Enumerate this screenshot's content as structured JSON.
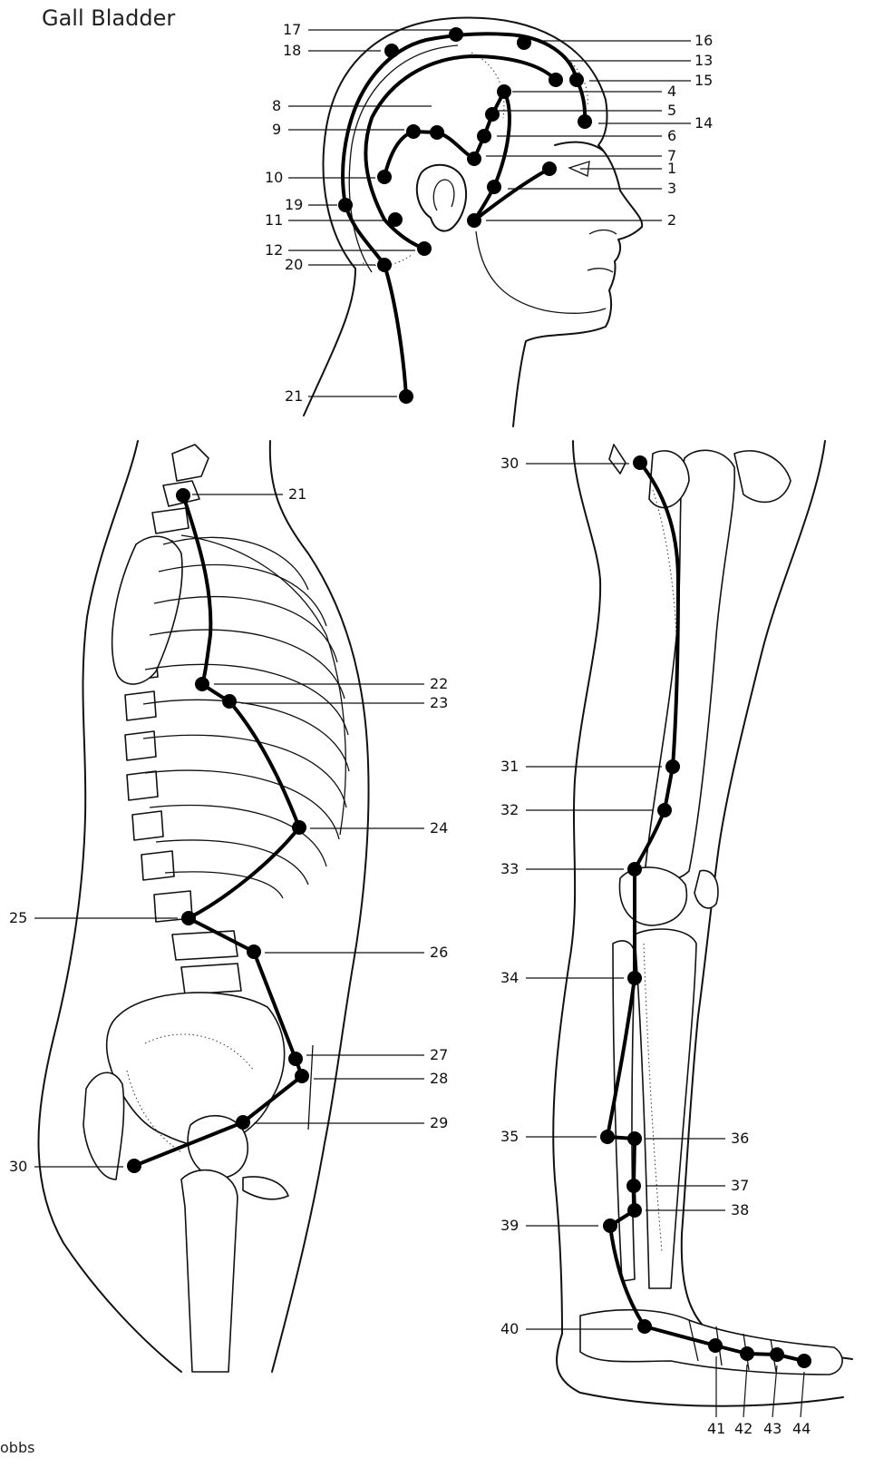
{
  "title": "Gall Bladder",
  "credit": "obbs",
  "points": {
    "head": [
      "1",
      "2",
      "3",
      "4",
      "5",
      "6",
      "7",
      "8",
      "9",
      "10",
      "11",
      "12",
      "13",
      "14",
      "15",
      "16",
      "17",
      "18",
      "19",
      "20",
      "21"
    ],
    "torso": [
      "21",
      "22",
      "23",
      "24",
      "25",
      "26",
      "27",
      "28",
      "29",
      "30"
    ],
    "leg": [
      "30",
      "31",
      "32",
      "33",
      "34",
      "35",
      "36",
      "37",
      "38",
      "39",
      "40",
      "41",
      "42",
      "43",
      "44"
    ]
  }
}
